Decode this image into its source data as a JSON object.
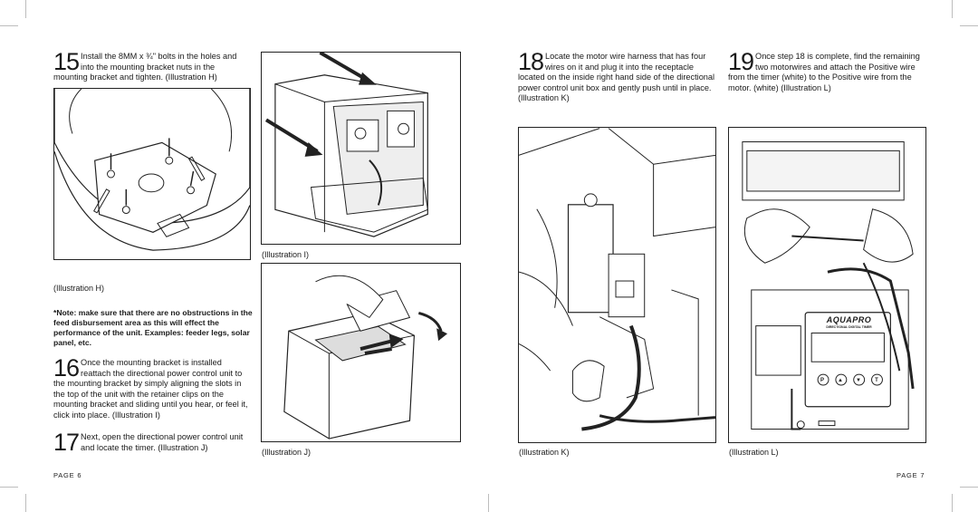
{
  "page_left": "PAGE 6",
  "page_right": "PAGE 7",
  "step15": {
    "num": "15",
    "text": "Install the 8MM x ¾\" bolts in the holes and into the mounting bracket nuts in the mounting bracket and tighten. (Illustration H)"
  },
  "caption_h": "(Illustration H)",
  "note": "*Note: make sure that there are no obstructions in the feed disbursement area as this will effect the performance of the unit. Examples: feeder legs, solar panel, etc.",
  "step16": {
    "num": "16",
    "text": "Once the mounting bracket is installed reattach the directional power control unit to the mounting bracket by simply aligning the slots in the top of the unit with the retainer clips on the mounting bracket and sliding until you hear, or feel it, click into place. (Illustration I)"
  },
  "step17": {
    "num": "17",
    "text": "Next, open the directional power control unit and locate the timer. (Illustration J)"
  },
  "caption_i": "(Illustration I)",
  "caption_j": "(Illustration J)",
  "step18": {
    "num": "18",
    "text": "Locate the motor wire harness that has four wires on it and plug it into the receptacle located on the inside right hand side of the directional power control unit box and gently push until in place. (Illustration K)"
  },
  "caption_k": "(Illustration K)",
  "step19": {
    "num": "19",
    "text": "Once step 18 is complete, find the remaining two motorwires and attach the Positive wire from the timer (white) to the Positive wire from the motor. (white) (Illustration L)"
  },
  "caption_l": "(Illustration L)",
  "device": {
    "brand": "AQUAPRO",
    "subtitle": "DIRECTIONAL DIGITAL TIMER",
    "buttons": [
      "P",
      "▲",
      "▼",
      "T"
    ]
  }
}
